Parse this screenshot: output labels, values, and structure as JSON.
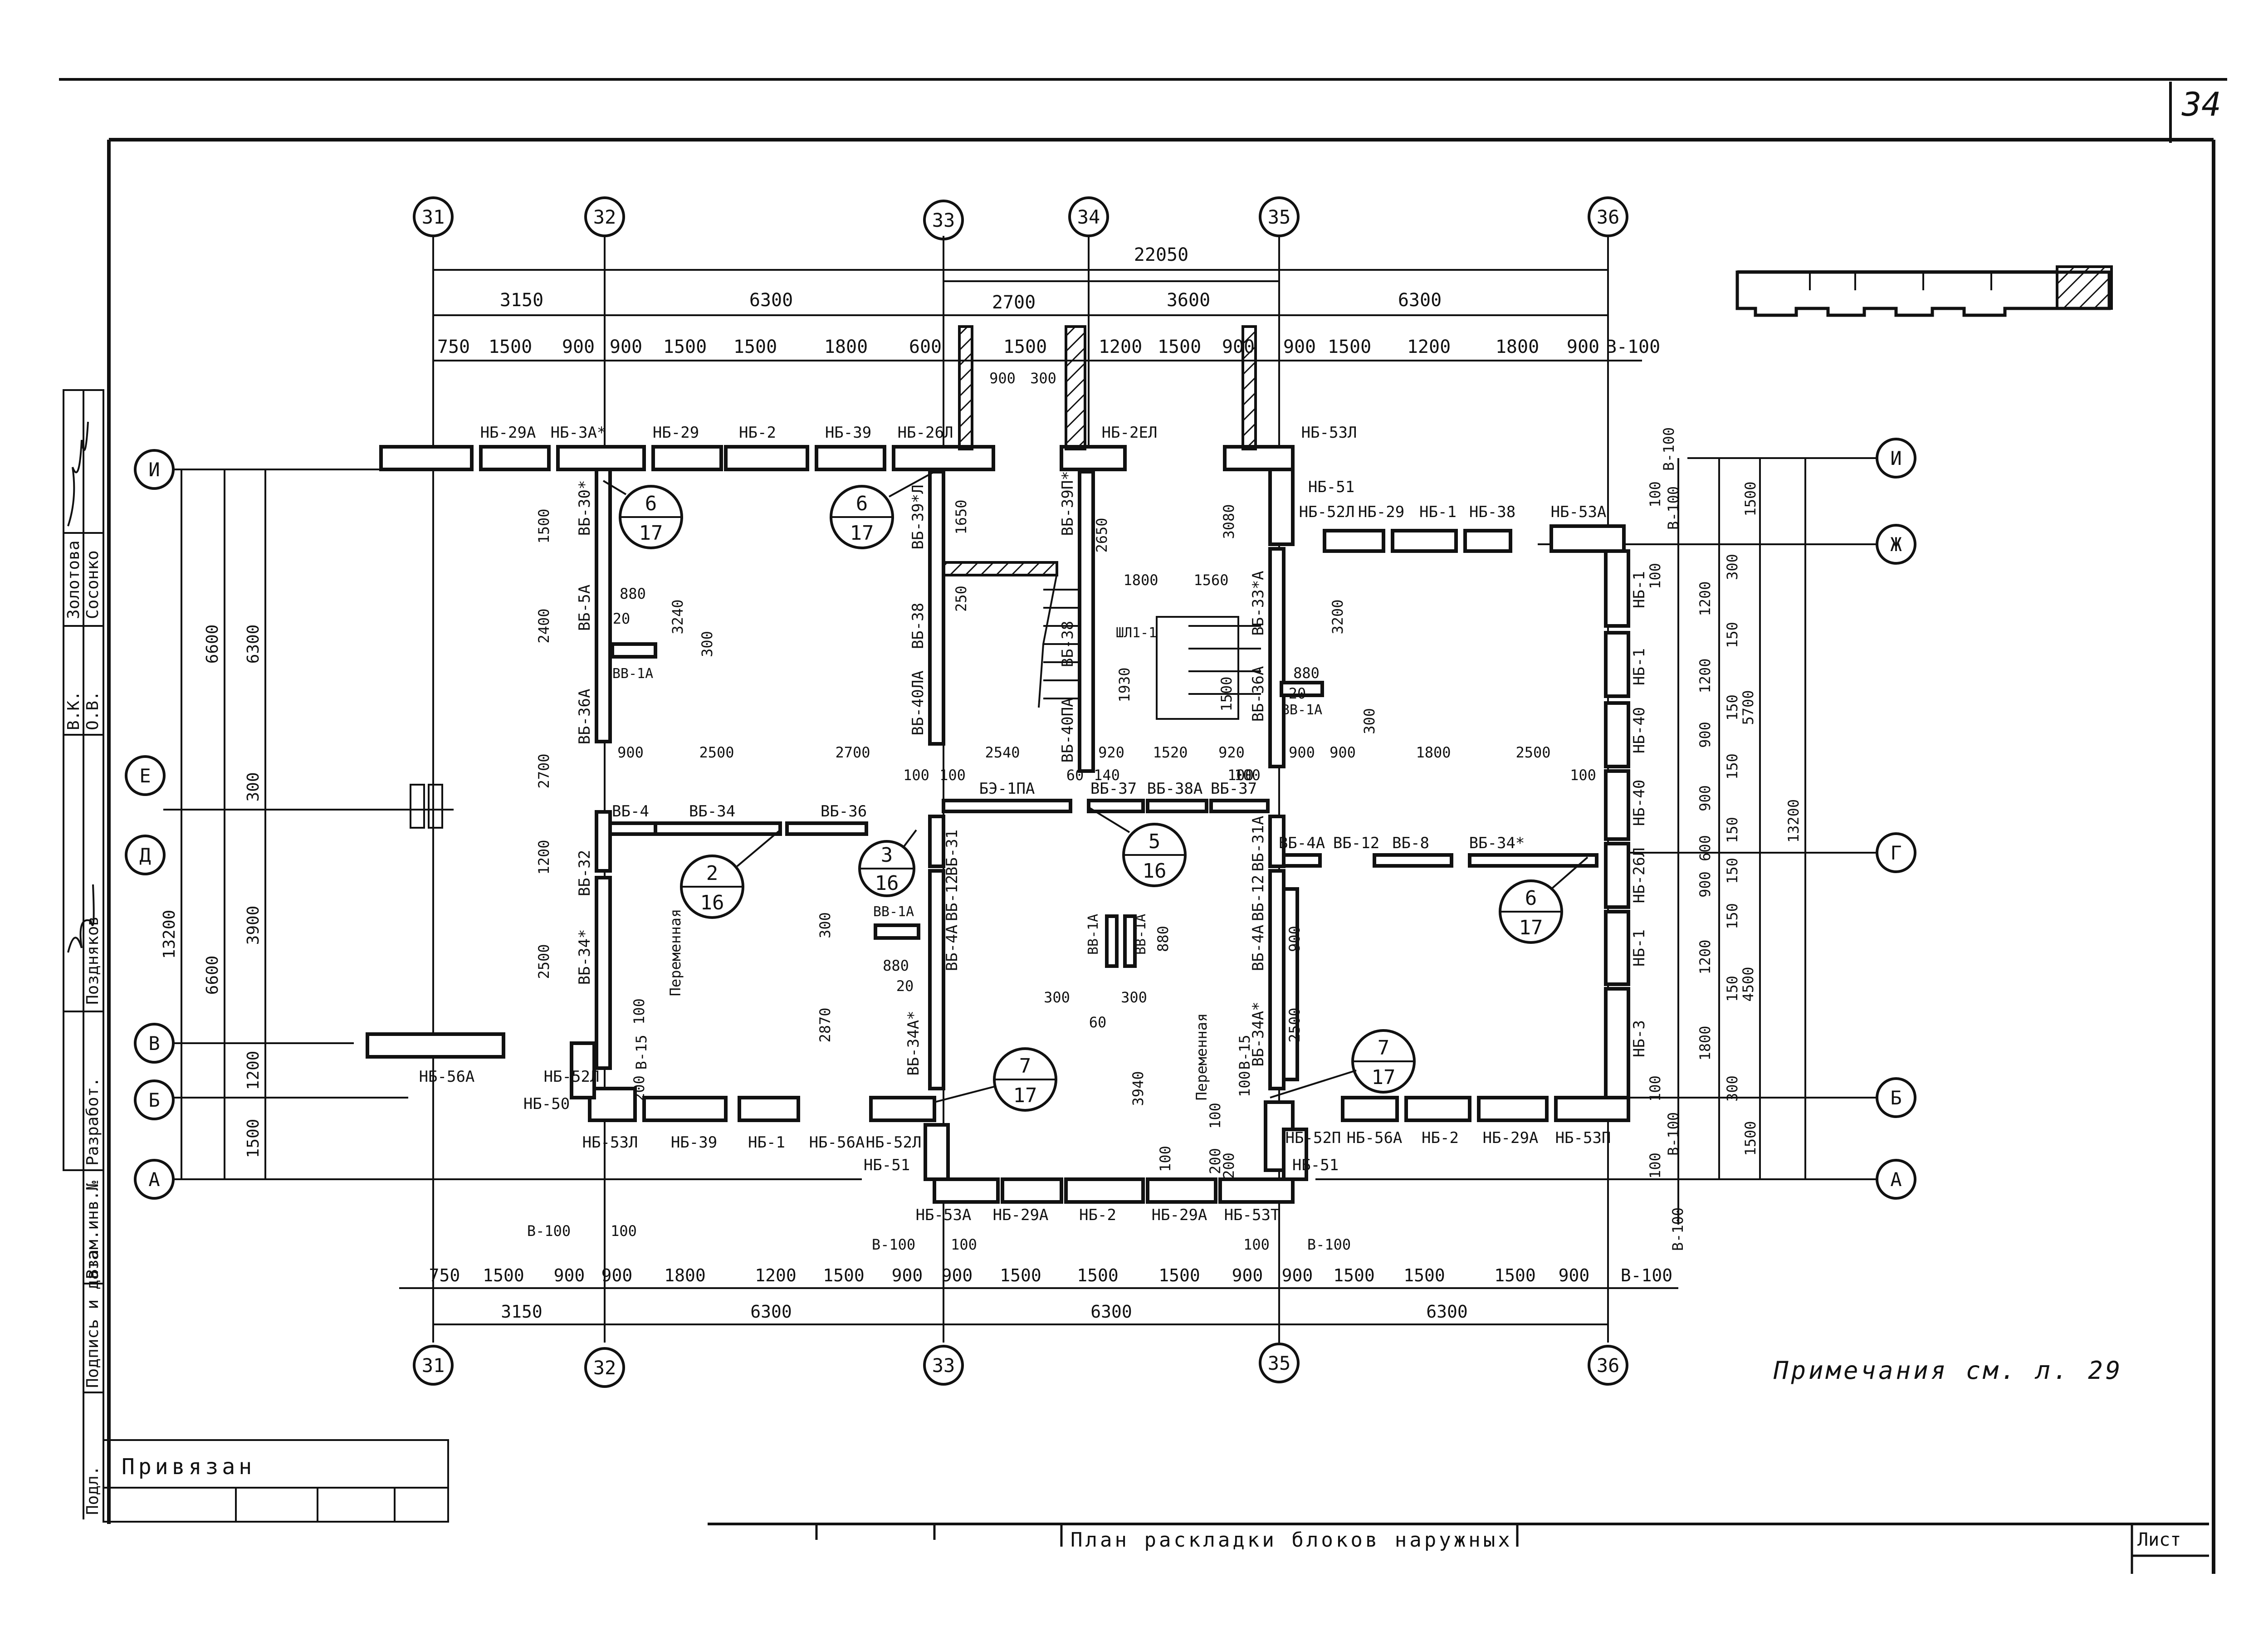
{
  "sheet": {
    "number": "34",
    "notes": "Примечания см. л. 29",
    "privyazan": "Привязан",
    "title_fragment": "План раскладки блоков наружных",
    "list_label": "Лист"
  },
  "side_stamp": {
    "role_1": "Разработ.",
    "role_1_name": "Поздняков",
    "name_2": "Золотова",
    "initials_2": "В.К.",
    "name_3": "Сосонко",
    "initials_3": "О.В.",
    "column_1": "Взам.инв.№",
    "column_2": "Подпись и дата",
    "column_3": "Подл."
  },
  "axes_vertical": [
    "31",
    "32",
    "33",
    "34",
    "35",
    "36"
  ],
  "axes_horizontal_left": [
    "И",
    "Е",
    "Д",
    "В",
    "Б",
    "А"
  ],
  "axes_horizontal_right": [
    "И",
    "Ж",
    "Г",
    "Б",
    "А"
  ],
  "dims_top": {
    "overall": "22050",
    "level2": [
      "3150",
      "6300",
      "2700",
      "3600",
      "6300"
    ],
    "level3": [
      "750",
      "1500",
      "900",
      "900",
      "1500",
      "1500",
      "1800",
      "600",
      "1500",
      "1200",
      "1500",
      "900",
      "900",
      "1500",
      "1200",
      "1800",
      "900",
      "В-100"
    ],
    "extra": [
      "900",
      "300"
    ]
  },
  "dims_bottom": {
    "level1": [
      "750",
      "1500",
      "900",
      "900",
      "1800",
      "1200",
      "1500",
      "900",
      "900",
      "1500",
      "1500",
      "1500",
      "900",
      "900",
      "1500",
      "1500",
      "1500",
      "900",
      "В-100"
    ],
    "level2": [
      "3150",
      "6300",
      "6300",
      "6300"
    ],
    "small": [
      "В-100",
      "100",
      "В-100",
      "100",
      "100",
      "В-100"
    ]
  },
  "dims_left": {
    "outer": [
      "13200"
    ],
    "mid": [
      "6600",
      "6600"
    ],
    "inner": [
      "6300",
      "300",
      "3900",
      "1200",
      "1500"
    ]
  },
  "dims_right": {
    "outer": "13200",
    "inner": [
      "5700",
      "4500"
    ],
    "fine": [
      "1500",
      "300",
      "1200",
      "150",
      "1200",
      "150",
      "900",
      "150",
      "900",
      "150",
      "600",
      "150",
      "900",
      "150",
      "1200",
      "150",
      "1800",
      "300",
      "1500"
    ],
    "small": [
      "В-100",
      "100",
      "В-100",
      "100",
      "100",
      "В-100",
      "100",
      "В-100"
    ]
  },
  "outer_blocks": {
    "top": [
      "НБ-29А",
      "НБ-3А*",
      "НБ-29",
      "НБ-2",
      "НБ-39",
      "НБ-26Л",
      "НБ-2ЕЛ",
      "НБ-53Л"
    ],
    "right_top": [
      "НБ-51",
      "НБ-52Л",
      "НБ-29",
      "НБ-1",
      "НБ-38",
      "НБ-53А"
    ],
    "right_vertical": [
      "НБ-1",
      "НБ-1",
      "НБ-40",
      "НБ-40",
      "НБ-26Л",
      "НБ-1",
      "НБ-3"
    ],
    "bottom": [
      "НБ-53Л",
      "НБ-39",
      "НБ-1",
      "НБ-56А",
      "НБ-52Л",
      "НБ-51",
      "НБ-53А",
      "НБ-29А",
      "НБ-2",
      "НБ-29А",
      "НБ-53Т",
      "НБ-52П",
      "НБ-56А",
      "НБ-2",
      "НБ-29А",
      "НБ-53П",
      "НБ-51"
    ],
    "left": [
      "НБ-56А",
      "НБ-52Л",
      "НБ-50"
    ]
  },
  "inner_blocks": [
    "ВБ-30*",
    "ВБ-5А",
    "ВБ-36А",
    "ВБ-39*Л",
    "ВБ-38",
    "ВБ-40ЛА",
    "ВБ-39П*",
    "ВБ-38",
    "ВБ-40ПА",
    "ВБ-33*А",
    "ВБ-36А",
    "ВБ-4",
    "ВБ-34",
    "ВБ-36",
    "ВБ-32",
    "ВБ-34*",
    "БЭ-1ПА",
    "ВБ-37",
    "ВБ-38А",
    "ВБ-37",
    "ВБ-31",
    "ВБ-12",
    "ВБ-4А",
    "ВБ-34А*",
    "ВБ-31А",
    "ВБ-12",
    "ВБ-4А",
    "ВБ-34А*",
    "ВБ-4А",
    "ВБ-12",
    "ВБ-8",
    "ВБ-34*"
  ],
  "small_blocks": [
    "ВВ-1А",
    "ВВ-1А",
    "ВВ-1А",
    "ВВ-1А",
    "ВВ-1А",
    "ШЛ1-1"
  ],
  "transom": [
    "В-15",
    "В-15"
  ],
  "peremennaya": [
    "Переменная",
    "Переменная"
  ],
  "interior_dims": [
    "1500",
    "2400",
    "2700",
    "1200",
    "2500",
    "880",
    "3240",
    "20",
    "300",
    "900",
    "2500",
    "2700",
    "1650",
    "250",
    "2540",
    "2650",
    "1800",
    "1560",
    "1930",
    "920",
    "1520",
    "920",
    "3080",
    "3200",
    "880",
    "20",
    "300",
    "1500",
    "900",
    "900",
    "1800",
    "2500",
    "100",
    "100",
    "60",
    "140",
    "100",
    "300",
    "880",
    "20",
    "2870",
    "880",
    "300",
    "300",
    "60",
    "3940",
    "900",
    "2500",
    "200",
    "100",
    "100",
    "200",
    "100",
    "100",
    "200",
    "100",
    "100"
  ],
  "callouts": [
    {
      "top": "6",
      "bottom": "17"
    },
    {
      "top": "6",
      "bottom": "17"
    },
    {
      "top": "6",
      "bottom": "17"
    },
    {
      "top": "2",
      "bottom": "16"
    },
    {
      "top": "3",
      "bottom": "16"
    },
    {
      "top": "5",
      "bottom": "16"
    },
    {
      "top": "7",
      "bottom": "17"
    },
    {
      "top": "7",
      "bottom": "17"
    }
  ]
}
